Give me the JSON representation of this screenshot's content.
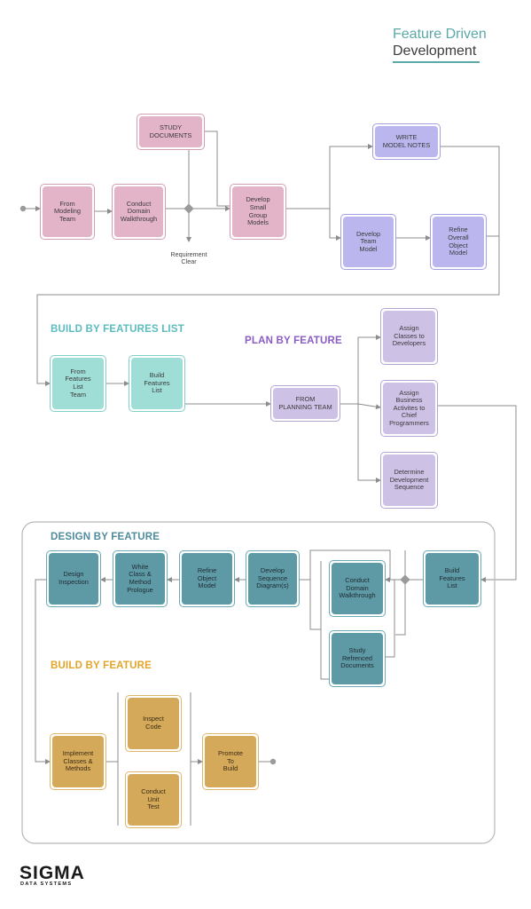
{
  "title": {
    "line1": "Feature Driven",
    "line2": "Development"
  },
  "sections": {
    "build_features_list": "BUILD BY FEATURES LIST",
    "plan_by_feature": "PLAN BY FEATURE",
    "design_by_feature": "DESIGN BY FEATURE",
    "build_by_feature": "BUILD BY FEATURE"
  },
  "labels": {
    "requirement_clear": "Requirement\nClear"
  },
  "nodes": {
    "from_modeling_team": "From\nModeling\nTeam",
    "conduct_domain_walkthrough_1": "Conduct\nDomain\nWalkthrough",
    "study_documents": "STUDY\nDOCUMENTS",
    "develop_small_group_models": "Develop\nSmall\nGroup\nModels",
    "write_model_notes": "WRITE\nMODEL NOTES",
    "develop_team_model": "Develop\nTeam\nModel",
    "refine_overall_object_model": "Refine\nOverall\nObject\nModel",
    "from_features_list_team": "From\nFeatures\nList\nTeam",
    "build_features_list_1": "Build\nFeatures\nList",
    "from_planning_team": "FROM\nPLANNING TEAM",
    "assign_classes_to_developers": "Assign\nClasses to\nDevelopers",
    "assign_business_activities": "Assign\nBusiness\nActivites to\nChief\nProgrammers",
    "determine_development_sequence": "Determine\nDevelopment\nSequence",
    "build_features_list_2": "Build\nFeatures\nList",
    "conduct_domain_walkthrough_2": "Conduct\nDomain\nWalkthrough",
    "study_referenced_documents": "Study\nRefrenced\nDocuments",
    "develop_sequence_diagrams": "Develop\nSequence\nDiagram(s)",
    "refine_object_model": "Refine\nObject\nModel",
    "white_class_method_prologue": "White\nClass &\nMethod\nPrologue",
    "design_inspection": "Design\nInspection",
    "implement_classes_methods": "Implement\nClasses &\nMethods",
    "inspect_code": "Inspect\nCode",
    "conduct_unit_test": "Conduct\nUnit\nTest",
    "promote_to_build": "Promote\nTo\nBuild"
  },
  "colors": {
    "teal_heading": "#5bbcc0",
    "purple_heading": "#8a5cc4",
    "steel_heading": "#4f8c9c",
    "gold_heading": "#e2a52a",
    "line": "#8c8c8c"
  },
  "logo": {
    "main": "SIGMA",
    "sub": "DATA SYSTEMS"
  }
}
